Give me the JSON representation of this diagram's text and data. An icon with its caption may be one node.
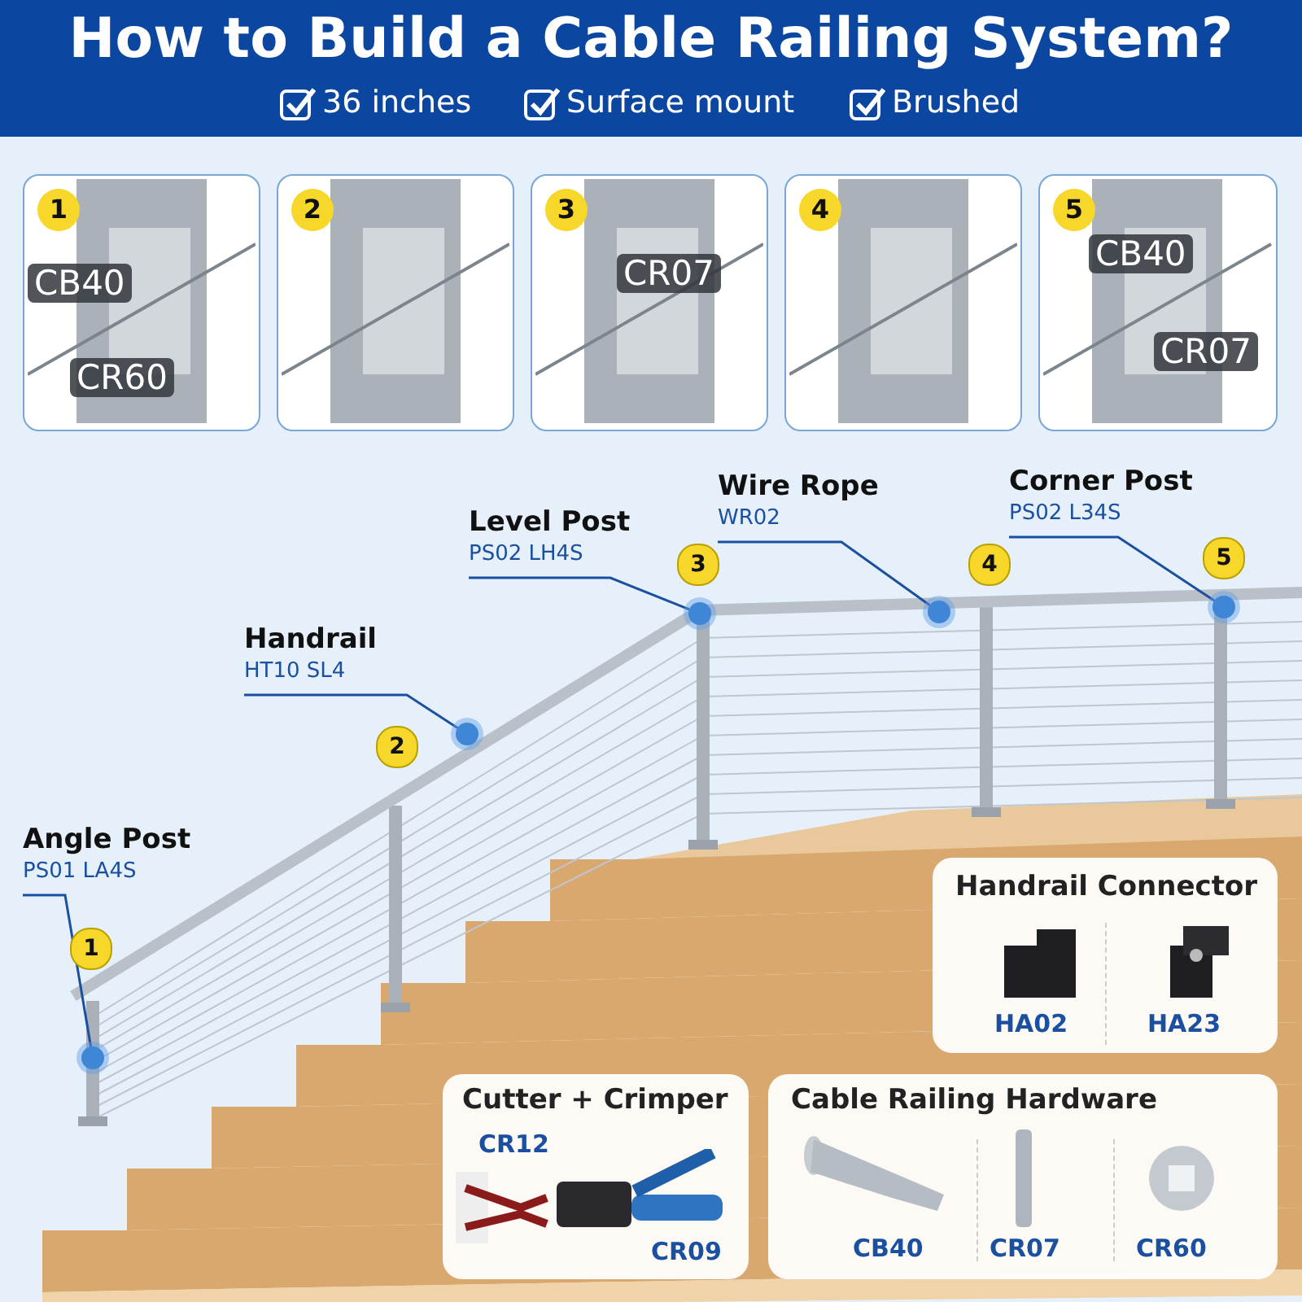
{
  "diagram": {
    "title": "How to Build a Cable Railing System?",
    "nodes": [
      {
        "text": [
          "1",
          "CB40",
          "CR60"
        ]
      },
      {
        "text": [
          "2"
        ]
      },
      {
        "text": [
          "3",
          "CR07"
        ]
      },
      {
        "text": [
          "4"
        ]
      },
      {
        "text": [
          "5",
          "CB40",
          "CR07"
        ]
      },
      {
        "text": [
          "Angle Post",
          "PS01 LA4S"
        ]
      },
      {
        "text": [],
        "shape": "circle"
      },
      {
        "text": [
          "Handrail",
          "HT10 SL4"
        ]
      },
      {
        "text": [],
        "shape": "circle"
      },
      {
        "text": [
          "Level Post",
          "PS02 LH4S"
        ]
      },
      {
        "text": [],
        "shape": "circle"
      },
      {
        "text": [
          "Wire Rope",
          "WR02"
        ]
      },
      {
        "text": [],
        "shape": "circle"
      },
      {
        "text": [
          "Corner Post",
          "PS02 L34S"
        ]
      },
      {
        "text": [],
        "shape": "circle"
      },
      {
        "text": [
          "Handrail Connector",
          "HA02",
          "HA23"
        ]
      },
      {
        "text": [
          "Cutter + Crimper",
          "CR12",
          "CR09"
        ]
      },
      {
        "text": [
          "Cable Railing Hardware",
          "CB40",
          "CR07",
          "CR60"
        ]
      }
    ],
    "edges": [
      {
        "from": 5,
        "to": 6,
        "arrow": "none"
      },
      {
        "from": 7,
        "to": 8,
        "arrow": "none"
      },
      {
        "from": 9,
        "to": 10,
        "arrow": "none"
      },
      {
        "from": 11,
        "to": 12,
        "arrow": "none"
      },
      {
        "from": 13,
        "to": 14,
        "arrow": "none"
      }
    ],
    "labels": [
      "36 inches",
      "Surface mount",
      "Brushed",
      "3",
      "4",
      "5",
      "2",
      "1"
    ]
  }
}
